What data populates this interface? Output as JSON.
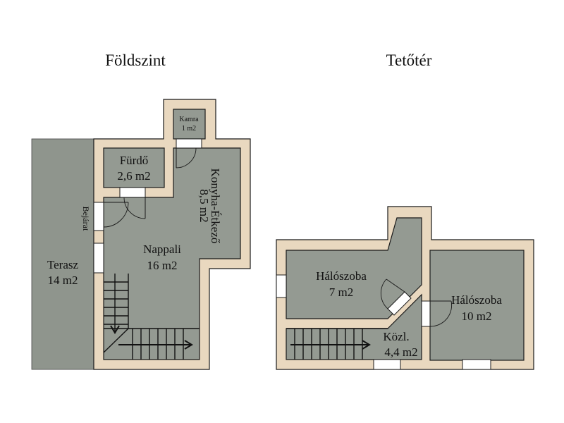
{
  "floors": {
    "ground": {
      "title": "Földszint",
      "rooms": {
        "terrace": {
          "name": "Terasz",
          "area": "14 m2"
        },
        "bathroom": {
          "name": "Fürdő",
          "area": "2,6 m2"
        },
        "pantry": {
          "name": "Kamra",
          "area": "1 m2"
        },
        "kitchen": {
          "name": "Konyha-Étkező",
          "area": "8,5 m2"
        },
        "living": {
          "name": "Nappali",
          "area": "16 m2"
        },
        "entrance": {
          "name": "Bejárat"
        }
      }
    },
    "attic": {
      "title": "Tetőtér",
      "rooms": {
        "bedroom1": {
          "name": "Hálószoba",
          "area": "7 m2"
        },
        "bedroom2": {
          "name": "Hálószoba",
          "area": "10 m2"
        },
        "hall": {
          "name": "Közl.",
          "area": "4,4 m2"
        }
      }
    }
  },
  "colors": {
    "wall": "#e9d8bf",
    "floor": "#949a92",
    "terrace": "#8f958d",
    "opening": "#ffffff"
  }
}
